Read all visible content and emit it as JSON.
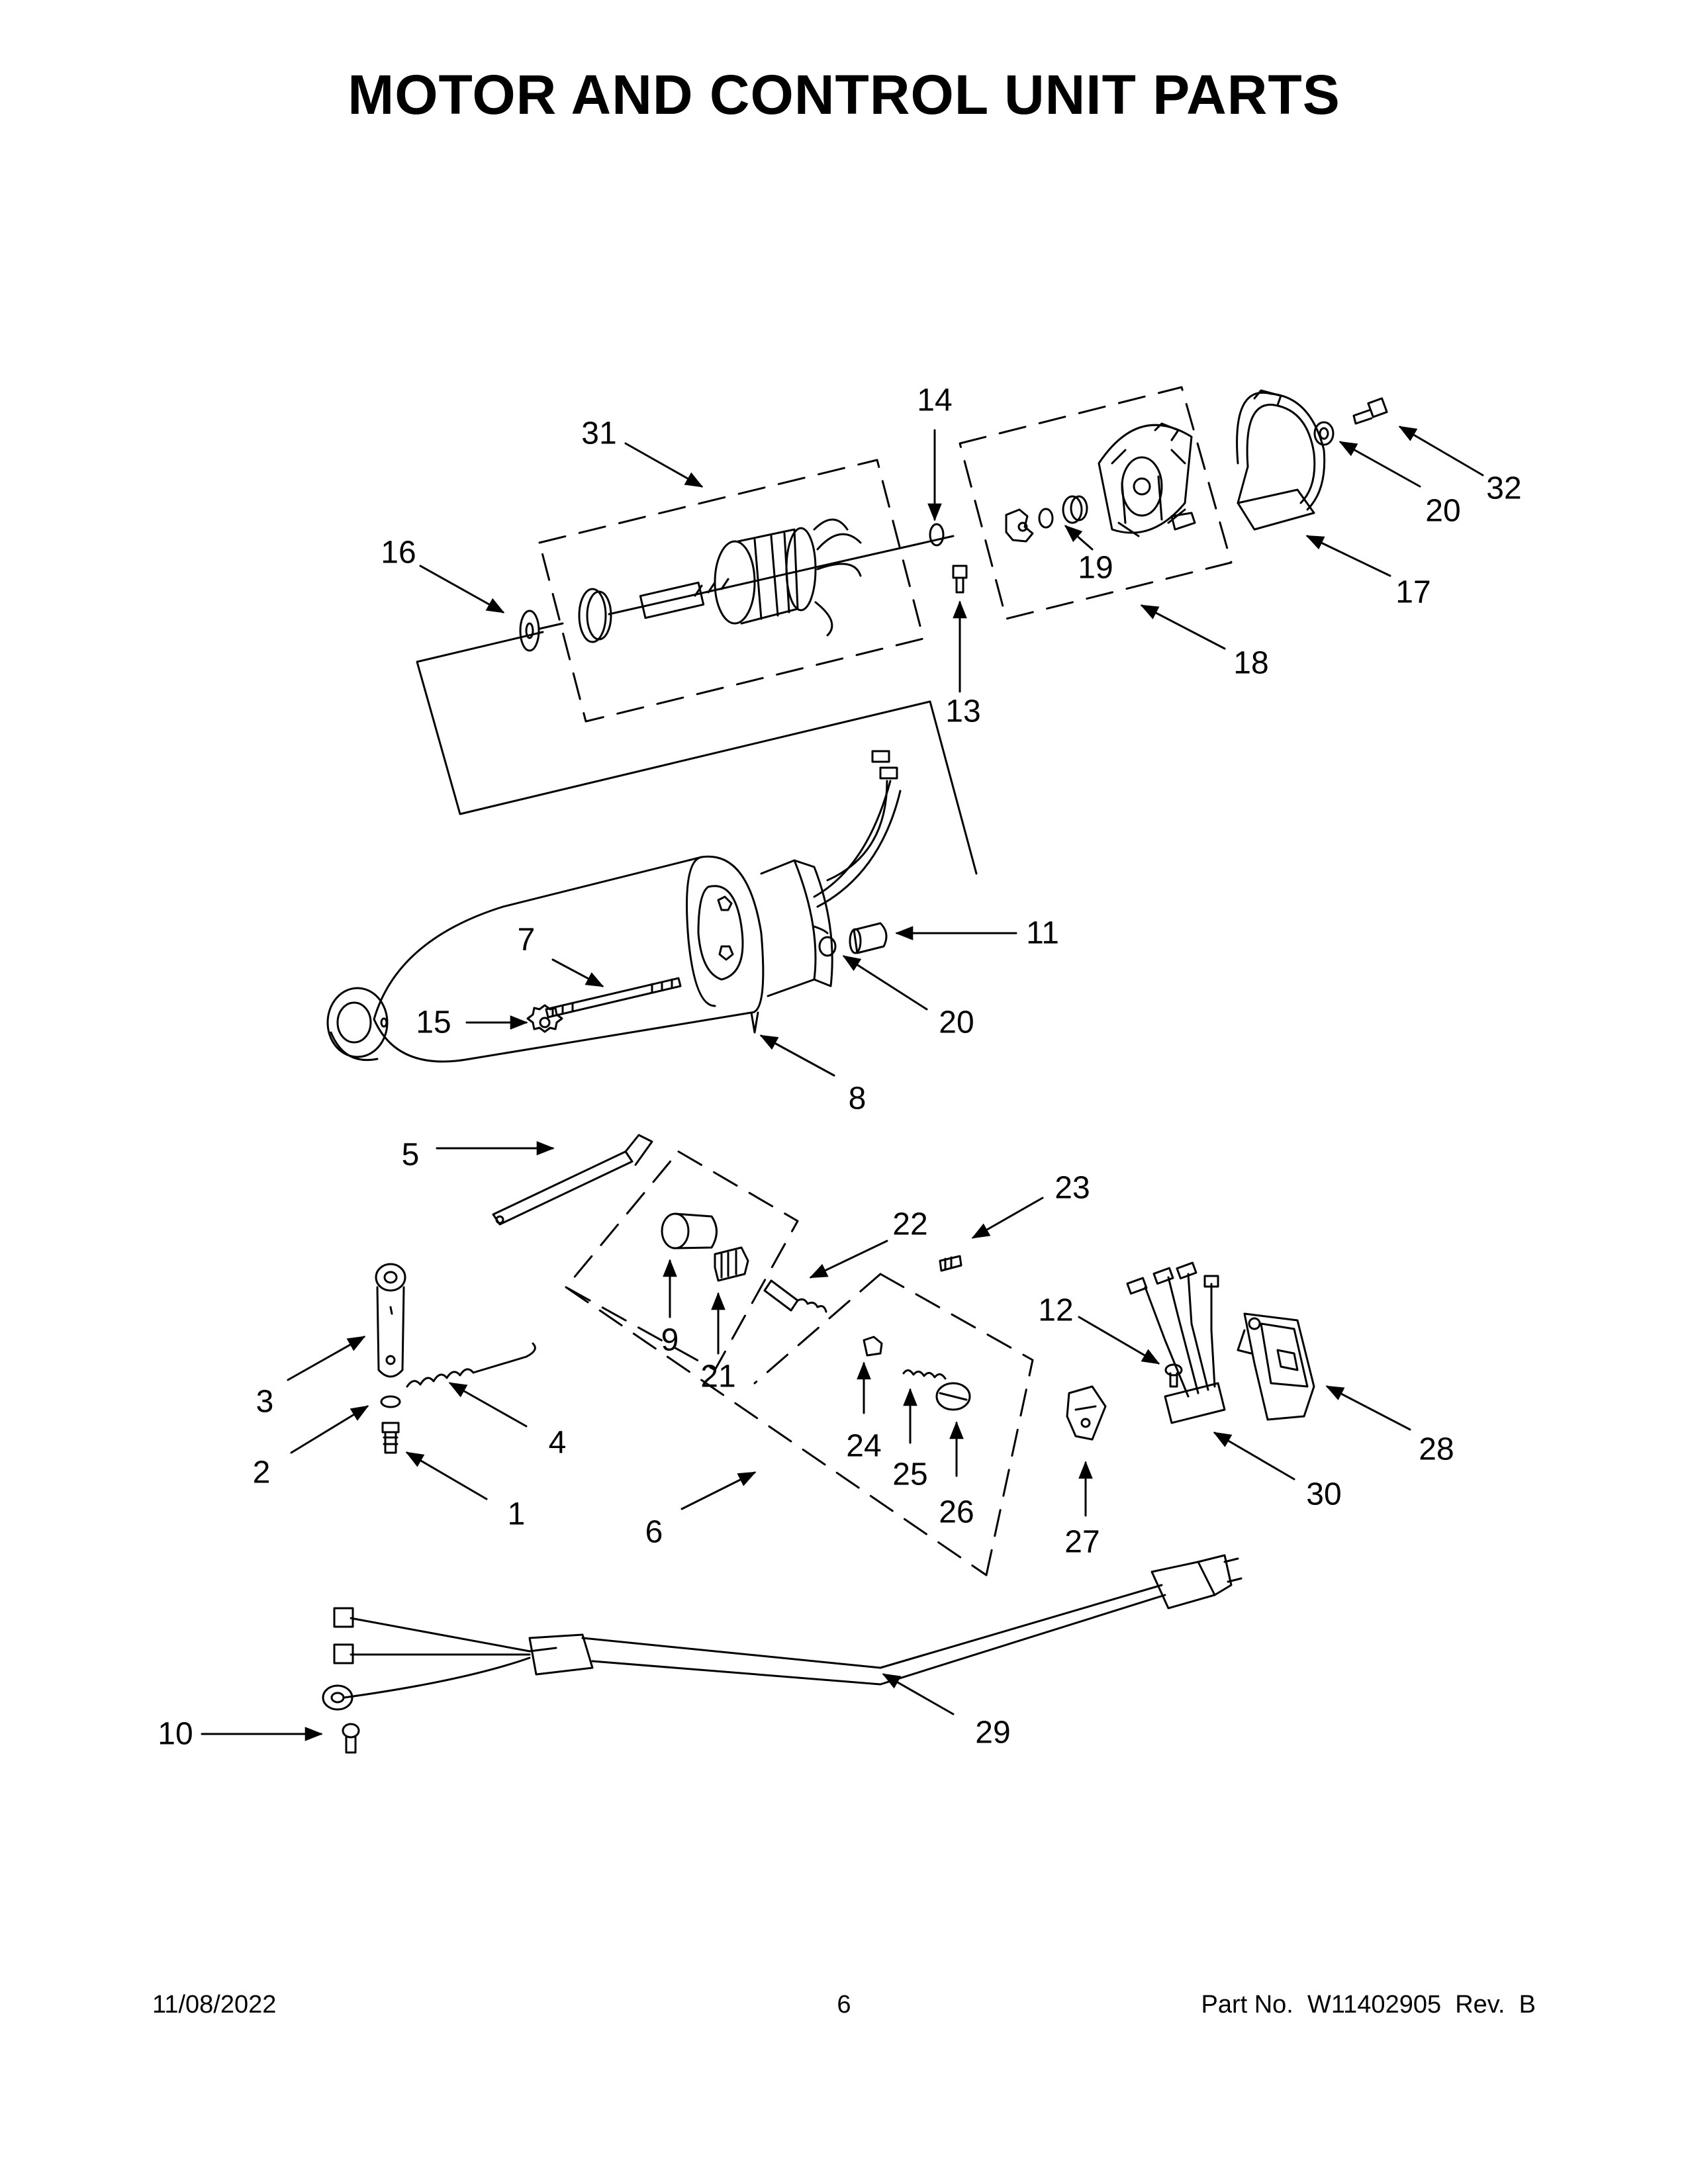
{
  "title": "MOTOR AND CONTROL UNIT PARTS",
  "footer": {
    "date": "11/08/2022",
    "page": "6",
    "part": "Part No.  W11402905  Rev.  B"
  },
  "callouts": [
    {
      "id": "c31",
      "label": "31"
    },
    {
      "id": "c14",
      "label": "14"
    },
    {
      "id": "c32",
      "label": "32"
    },
    {
      "id": "c16",
      "label": "16"
    },
    {
      "id": "c20a",
      "label": "20"
    },
    {
      "id": "c19",
      "label": "19"
    },
    {
      "id": "c17",
      "label": "17"
    },
    {
      "id": "c18",
      "label": "18"
    },
    {
      "id": "c13",
      "label": "13"
    },
    {
      "id": "c7",
      "label": "7"
    },
    {
      "id": "c11",
      "label": "11"
    },
    {
      "id": "c15",
      "label": "15"
    },
    {
      "id": "c20b",
      "label": "20"
    },
    {
      "id": "c8",
      "label": "8"
    },
    {
      "id": "c5",
      "label": "5"
    },
    {
      "id": "c23",
      "label": "23"
    },
    {
      "id": "c22",
      "label": "22"
    },
    {
      "id": "c12",
      "label": "12"
    },
    {
      "id": "c9",
      "label": "9"
    },
    {
      "id": "c21",
      "label": "21"
    },
    {
      "id": "c3",
      "label": "3"
    },
    {
      "id": "c4",
      "label": "4"
    },
    {
      "id": "c24",
      "label": "24"
    },
    {
      "id": "c25",
      "label": "25"
    },
    {
      "id": "c28",
      "label": "28"
    },
    {
      "id": "c2",
      "label": "2"
    },
    {
      "id": "c30",
      "label": "30"
    },
    {
      "id": "c1",
      "label": "1"
    },
    {
      "id": "c26",
      "label": "26"
    },
    {
      "id": "c6",
      "label": "6"
    },
    {
      "id": "c27",
      "label": "27"
    },
    {
      "id": "c10",
      "label": "10"
    },
    {
      "id": "c29",
      "label": "29"
    }
  ]
}
